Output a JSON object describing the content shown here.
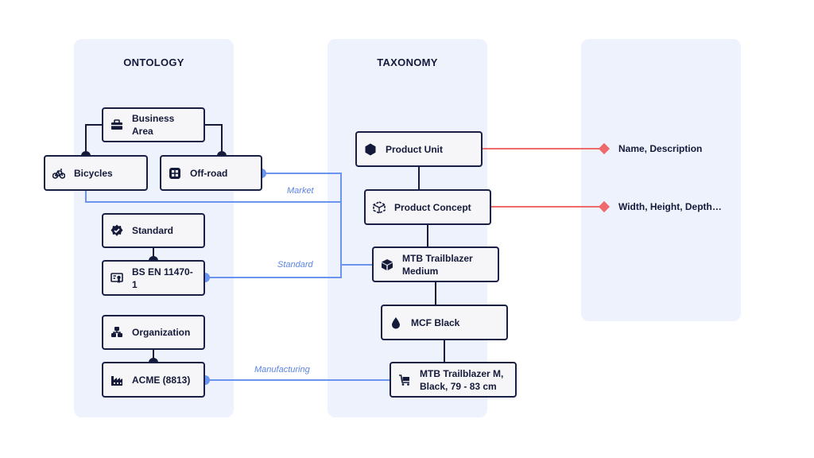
{
  "panels": {
    "ontology_title": "ONTOLOGY",
    "taxonomy_title": "TAXONOMY",
    "third_title": ""
  },
  "ontology": {
    "business_area": "Business Area",
    "bicycles": "Bicycles",
    "off_road": "Off-road",
    "standard": "Standard",
    "bs_en": "BS EN 11470-1",
    "organization": "Organization",
    "acme": "ACME (8813)"
  },
  "taxonomy": {
    "product_unit": "Product Unit",
    "product_concept": "Product Concept",
    "mtb_medium": "MTB Trailblazer Medium",
    "mcf_black": "MCF Black",
    "mtb_variant": "MTB Trailblazer M, Black, 79 - 83 cm"
  },
  "edges": {
    "market": "Market",
    "standard": "Standard",
    "manufacturing": "Manufacturing"
  },
  "attributes": {
    "unit_attrs": "Name, Description",
    "concept_attrs": "Width, Height, Depth…"
  },
  "colors": {
    "panel_bg": "#eef2fc",
    "node_border": "#1a1f45",
    "relation_blue": "#6b93f0",
    "attribute_red": "#ef6b6b",
    "dot_navy": "#151a3a"
  },
  "icons": {
    "business_area": "briefcase-icon",
    "bicycles": "bicycle-icon",
    "off_road": "grid-icon",
    "standard": "badge-icon",
    "bs_en": "certificate-icon",
    "organization": "organization-icon",
    "acme": "factory-icon",
    "product_unit": "hexagon-icon",
    "product_concept": "box-outline-icon",
    "mtb_medium": "cube-icon",
    "mcf_black": "droplet-icon",
    "mtb_variant": "cart-icon"
  }
}
